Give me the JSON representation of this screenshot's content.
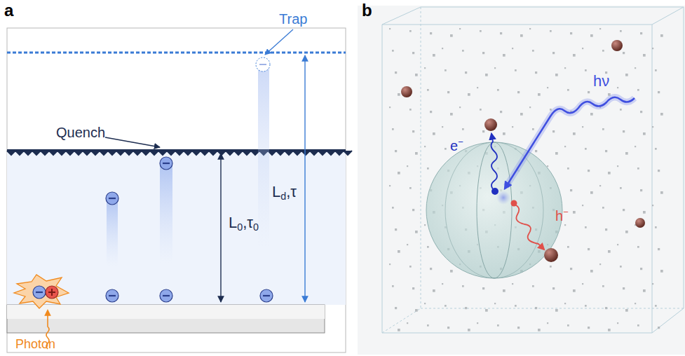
{
  "diagram": {
    "labels": [
      "a",
      "b",
      "Trap",
      "Quench",
      "L0,τ0",
      "Ld,τ",
      "Photon",
      "hν",
      "e−",
      "h−"
    ]
  }
}
